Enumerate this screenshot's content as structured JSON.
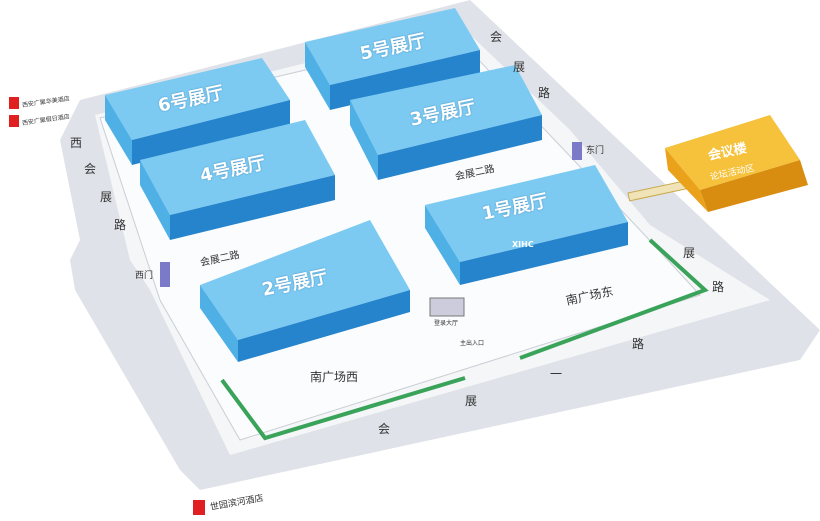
{
  "halls": [
    {
      "label": "6号展厅"
    },
    {
      "label": "5号展厅"
    },
    {
      "label": "4号展厅"
    },
    {
      "label": "3号展厅"
    },
    {
      "label": "1号展厅"
    },
    {
      "label": "2号展厅"
    }
  ],
  "conference": {
    "title": "会议楼",
    "subtitle": "论坛活动区"
  },
  "roads": {
    "east": [
      "会",
      "展",
      "路"
    ],
    "west": [
      "西",
      "会",
      "展",
      "路"
    ],
    "south": [
      "会",
      "展",
      "一",
      "路"
    ],
    "south_right": [
      "展",
      "路"
    ],
    "inner_east": "会展二路",
    "inner_west": "会展二路"
  },
  "areas": {
    "south_west": "南广场西",
    "south_east": "南广场东"
  },
  "gates": {
    "east": "东门",
    "west": "西门",
    "lobby": "登录大厅",
    "main_entrance": "主出入口"
  },
  "logo": "XIHC",
  "hotels": [
    "西安广聚华美酒店",
    "西安广聚假日酒店",
    "世园滨河酒店"
  ],
  "colors": {
    "hall": "#2f9fe0",
    "conference": "#f0a818",
    "path": "#3aa35a",
    "road": "#dfe2e8"
  }
}
